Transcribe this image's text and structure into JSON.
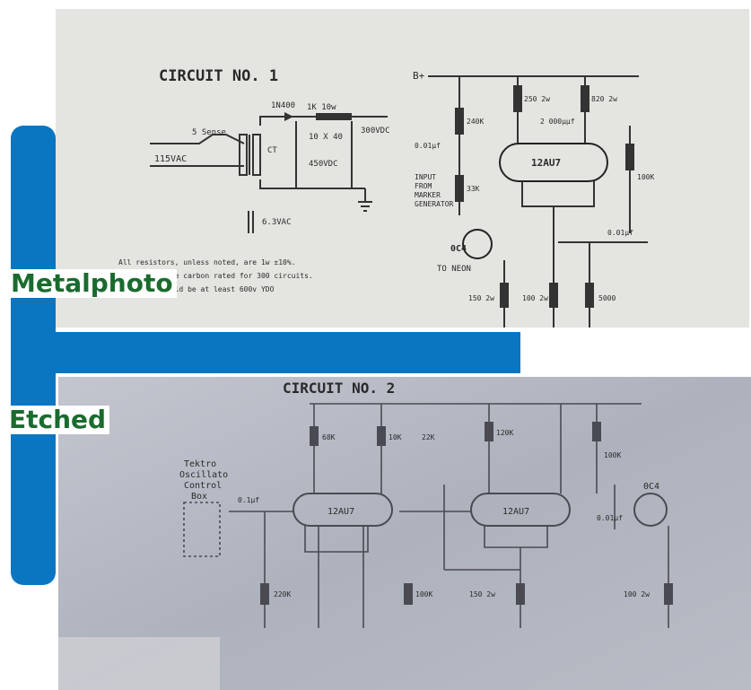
{
  "labels": {
    "metalphoto": "Metalphoto",
    "etched": "Etched"
  },
  "colors": {
    "accent_blue": "#0a76c2",
    "label_green": "#1a6b2e"
  },
  "plate1": {
    "title": "CIRCUIT NO. 1",
    "texts": {
      "b_plus": "B+",
      "sense": "5 Sense",
      "vac": "115VAC",
      "rect": "1N400",
      "r1": "1K 10w",
      "cap1": "10 X 40",
      "volts450": "450VDC",
      "out": "300VDC",
      "cap_small": "0.01µf",
      "r250": "250 2w",
      "r820": "820 2w",
      "cap_pf": "2 000µµf",
      "tube": "12AU7",
      "r240": "240K",
      "r33": "33K",
      "input_lines": [
        "INPUT",
        "FROM",
        "MARKER",
        "GENERATOR"
      ],
      "r100": "100K",
      "tube2": "0C4",
      "neon": "TO NEON",
      "cap_01": "0.01µf",
      "ct": "CT",
      "r150": "150 2w",
      "r100b": "100 2w",
      "r5000": "5000",
      "fil": "6.3VAC",
      "notes": [
        "All resistors, unless noted, are 1w ±10%.",
        "Capacitors are carbon rated for 300 circuits.",
        "All caps should be at least 600v YDO"
      ]
    }
  },
  "plate2": {
    "title": "CIRCUIT NO. 2",
    "texts": {
      "t1": "Tektro",
      "t2": "Oscillato",
      "t3": "Control",
      "t4": "Box",
      "tube_a": "12AU7",
      "tube_b": "12AU7",
      "tube_c": "0C4",
      "r_a": "68K",
      "r_b": "10K",
      "r_c": "22K",
      "r_d": "120K",
      "r_e": "100K",
      "r_f": "150 2w",
      "r_g": "220K",
      "r_h": "100K",
      "cap_a": "0.1µf",
      "cap_b": "0.01µf",
      "cap_c": "100 2w"
    }
  }
}
